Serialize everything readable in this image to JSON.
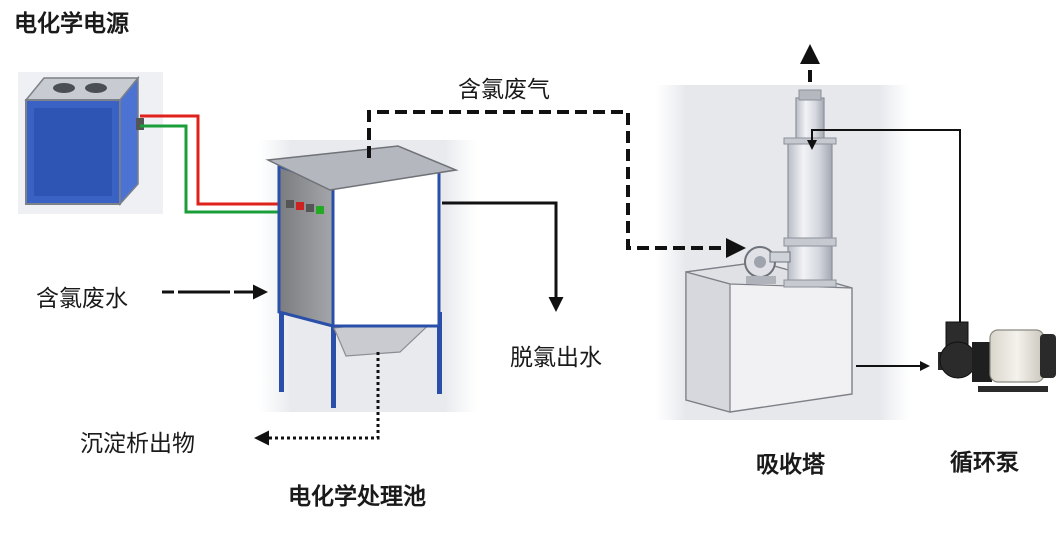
{
  "labels": {
    "power_source": "电化学电源",
    "chlorine_gas": "含氯废气",
    "chlorine_wastewater": "含氯废水",
    "dechlorinated_water": "脱氯出水",
    "precipitate": "沉淀析出物",
    "treatment_tank": "电化学处理池",
    "absorption_tower": "吸收塔",
    "circulation_pump": "循环泵"
  },
  "colors": {
    "positive_wire": "#e0201b",
    "negative_wire": "#1a9e3a",
    "flow_line": "#111111",
    "tank_frame": "#2a4fa8",
    "power_box": "#3a62c4"
  }
}
